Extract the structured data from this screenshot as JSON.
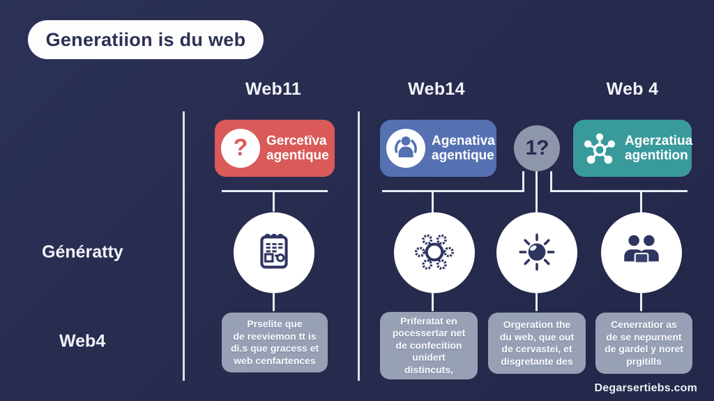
{
  "title": "Generatiion is du web",
  "column_headers": [
    "Web11",
    "Web14",
    "Web 4"
  ],
  "row_labels": [
    {
      "label": "Génératty"
    },
    {
      "label": "Web4"
    }
  ],
  "nodes": {
    "red": {
      "icon": "question-mark-icon",
      "icon_glyph": "?",
      "line1": "Gercetïva",
      "line2": "agentique",
      "color": "#d95a58"
    },
    "blue": {
      "icon": "person-idea-icon",
      "line1": "Agenativa",
      "line2": "agentique",
      "color": "#5571b2"
    },
    "gray": {
      "label": "1?",
      "color": "#8e96ac"
    },
    "teal": {
      "icon": "molecule-icon",
      "line1": "Agerzatiua",
      "line2": "agentition",
      "color": "#399a9c"
    }
  },
  "icon_circles": [
    {
      "icon": "notepad-icon"
    },
    {
      "icon": "gear-network-icon"
    },
    {
      "icon": "sun-sphere-icon"
    },
    {
      "icon": "people-collaboration-icon"
    }
  ],
  "descriptions": [
    {
      "lines": [
        "Prselite que",
        "de reeviemon tt is",
        "di.s que gracess et",
        "web cenfartences"
      ]
    },
    {
      "lines": [
        "Priferatat en",
        "pocessertar net",
        "de confecítion",
        "unídert",
        "distincuts,"
      ]
    },
    {
      "lines": [
        "Orgeration the",
        "du web, que out",
        "de cervastei, et",
        "disgretante des"
      ]
    },
    {
      "lines": [
        "Cenerratior as",
        "de se nepurnent",
        "de gardel y noret",
        "prgitills"
      ]
    }
  ],
  "watermark": "Degarsertiebs.com",
  "colors": {
    "background": "#272b4d",
    "red_badge": "#d95a58",
    "blue_badge": "#5571b2",
    "teal_badge": "#399a9c",
    "gray_node": "#8e96ac",
    "desc_box": "#97a0b4",
    "connector_line": "#e9ecf6",
    "icon_navy": "#2e3561",
    "pill_text": "#2b3055",
    "text_light": "#f2f3f7"
  }
}
